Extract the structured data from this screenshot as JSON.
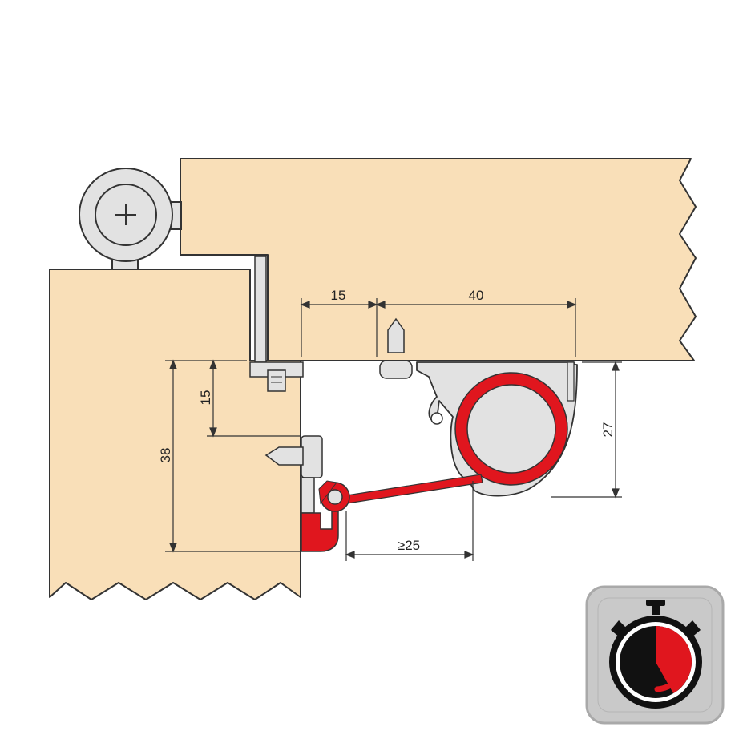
{
  "dimensions": {
    "gap_top": "15",
    "width_40": "40",
    "offset_15": "15",
    "height_38": "38",
    "height_27": "27",
    "min_25": "≥25"
  },
  "colors": {
    "wood": "#f9dfb8",
    "outline": "#333333",
    "metal": "#e2e2e2",
    "seal_red": "#e0161e",
    "badge_bg": "#c9c9c9",
    "badge_border": "#a9a9a9"
  },
  "icons": {
    "hinge": "hinge-roller-icon",
    "badge": "stopwatch-icon"
  }
}
